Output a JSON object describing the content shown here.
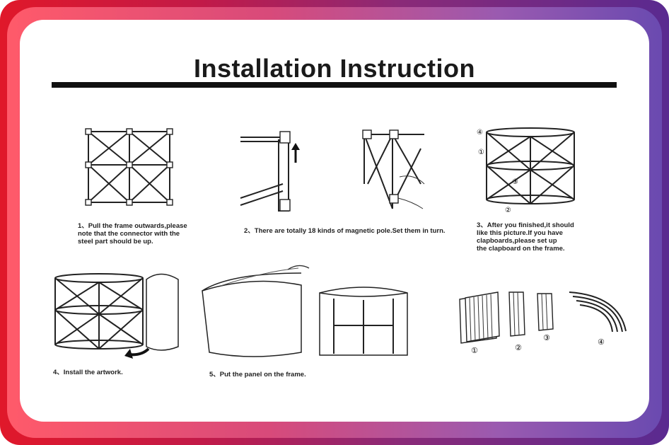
{
  "title": "Installation Instruction",
  "steps": [
    {
      "caption": "1、Pull the frame outwards,please\nnote that the connector with the\nsteel part should be up."
    },
    {
      "caption": "2、There are totally 18 kinds of magnetic pole.Set them in turn."
    },
    {
      "caption": "3、After you finished,it should\nlike this picture.If you have\nclapboards,please set up\nthe clapboard  on the frame."
    },
    {
      "caption": "4、Install the artwork."
    },
    {
      "caption": "5、Put the panel on the frame."
    }
  ],
  "part_markers": [
    "①",
    "②",
    "③",
    "④"
  ],
  "colors": {
    "frame_red": "#e0182a",
    "frame_purple": "#5a2a90",
    "ink": "#1a1a1a"
  }
}
